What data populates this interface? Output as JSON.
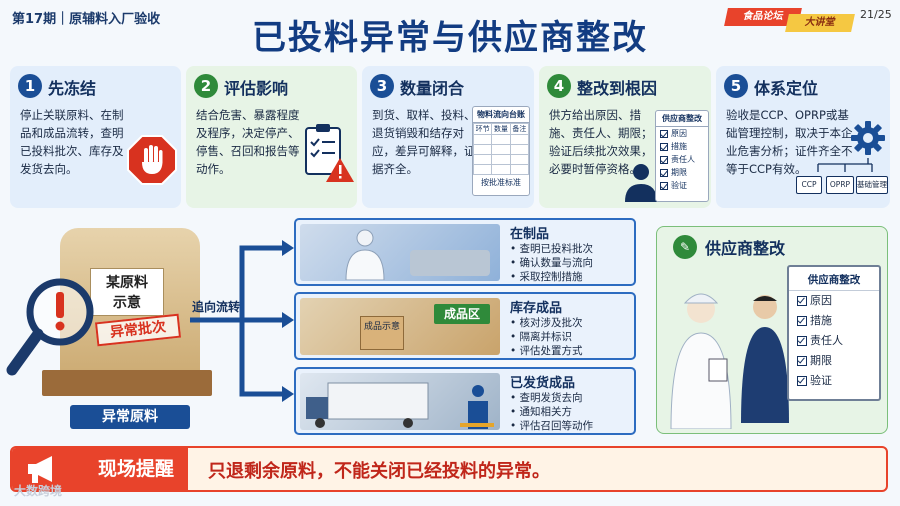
{
  "header": {
    "issue": "第17期｜原辅料入厂验收",
    "title": "已投料异常与供应商整改",
    "tag_forum": "食品论坛",
    "tag_lecture": "大讲堂",
    "page": "21/25"
  },
  "steps": [
    {
      "num": "1",
      "title": "先冻结",
      "body": "停止关联原料、在制品和成品流转，查明已投料批次、库存及发货去向。"
    },
    {
      "num": "2",
      "title": "评估影响",
      "body": "结合危害、暴露程度及程序，决定停产、停售、召回和报告等动作。"
    },
    {
      "num": "3",
      "title": "数量闭合",
      "body": "到货、取样、投料、退货销毁和结存对应，差异可解释，证据齐全。"
    },
    {
      "num": "4",
      "title": "整改到根因",
      "body": "供方给出原因、措施、责任人、期限；验证后续批次效果，必要时暂停资格。"
    },
    {
      "num": "5",
      "title": "体系定位",
      "body": "验收是CCP、OPRP或基础管理控制，取决于本企业危害分析；证件齐全不等于CCP有效。"
    }
  ],
  "ledger": {
    "title": "物料流向台账",
    "cols": [
      "环节",
      "数量",
      "备注"
    ],
    "footer": "按批准标准"
  },
  "rectify_sheet": {
    "title": "供应商整改",
    "items": [
      "原因",
      "措施",
      "责任人",
      "期限",
      "验证"
    ]
  },
  "system_boxes": [
    "CCP",
    "OPRP",
    "基础管理"
  ],
  "material": {
    "label_line1": "某原料",
    "label_line2": "示意",
    "stamp": "异常批次",
    "caption": "异常原料",
    "trace": "追向流转"
  },
  "flows": [
    {
      "title": "在制品",
      "items": [
        "查明已投料批次",
        "确认数量与流向",
        "采取控制措施"
      ],
      "color": "#8fb1d9"
    },
    {
      "title": "库存成品",
      "zone": "成品区",
      "box_text": "成品示意",
      "items": [
        "核对涉及批次",
        "隔离并标识",
        "评估处置方式"
      ],
      "color": "#c9a36b"
    },
    {
      "title": "已发货成品",
      "items": [
        "查明发货去向",
        "通知相关方",
        "评估召回等动作"
      ],
      "color": "#9fb3c8"
    }
  ],
  "supplier": {
    "title": "供应商整改",
    "board_title": "供应商整改",
    "items": [
      "原因",
      "措施",
      "责任人",
      "期限",
      "验证"
    ]
  },
  "reminder": {
    "label": "现场提醒",
    "text": "只退剩余原料，不能关闭已经投料的异常。"
  },
  "brand": "大数跨境",
  "colors": {
    "navy": "#1a4e96",
    "green": "#2f8a3a",
    "red": "#e8432b"
  }
}
